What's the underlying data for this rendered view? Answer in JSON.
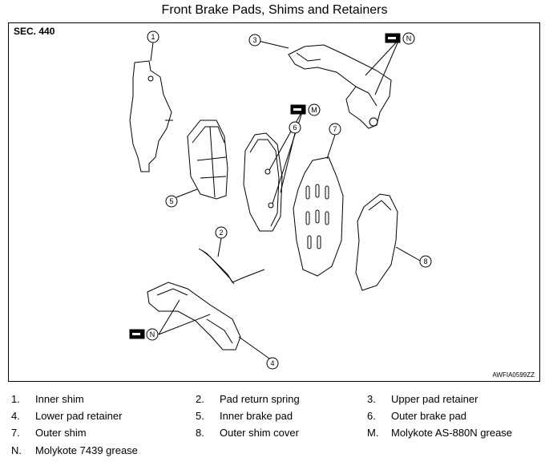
{
  "title": "Front Brake Pads, Shims and Retainers",
  "section": "SEC. 440",
  "figure_code": "AWFIA0599ZZ",
  "callouts": [
    "1",
    "2",
    "3",
    "4",
    "5",
    "6",
    "7",
    "8"
  ],
  "grease_markers": [
    "N",
    "M",
    "N"
  ],
  "legend": [
    {
      "key": "1.",
      "text": "Inner shim"
    },
    {
      "key": "2.",
      "text": "Pad return spring"
    },
    {
      "key": "3.",
      "text": "Upper pad retainer"
    },
    {
      "key": "4.",
      "text": "Lower pad retainer"
    },
    {
      "key": "5.",
      "text": "Inner brake pad"
    },
    {
      "key": "6.",
      "text": "Outer brake pad"
    },
    {
      "key": "7.",
      "text": "Outer shim"
    },
    {
      "key": "8.",
      "text": "Outer shim cover"
    },
    {
      "key": "M.",
      "text": "Molykote AS-880N grease"
    },
    {
      "key": "N.",
      "text": "Molykote 7439 grease"
    }
  ]
}
